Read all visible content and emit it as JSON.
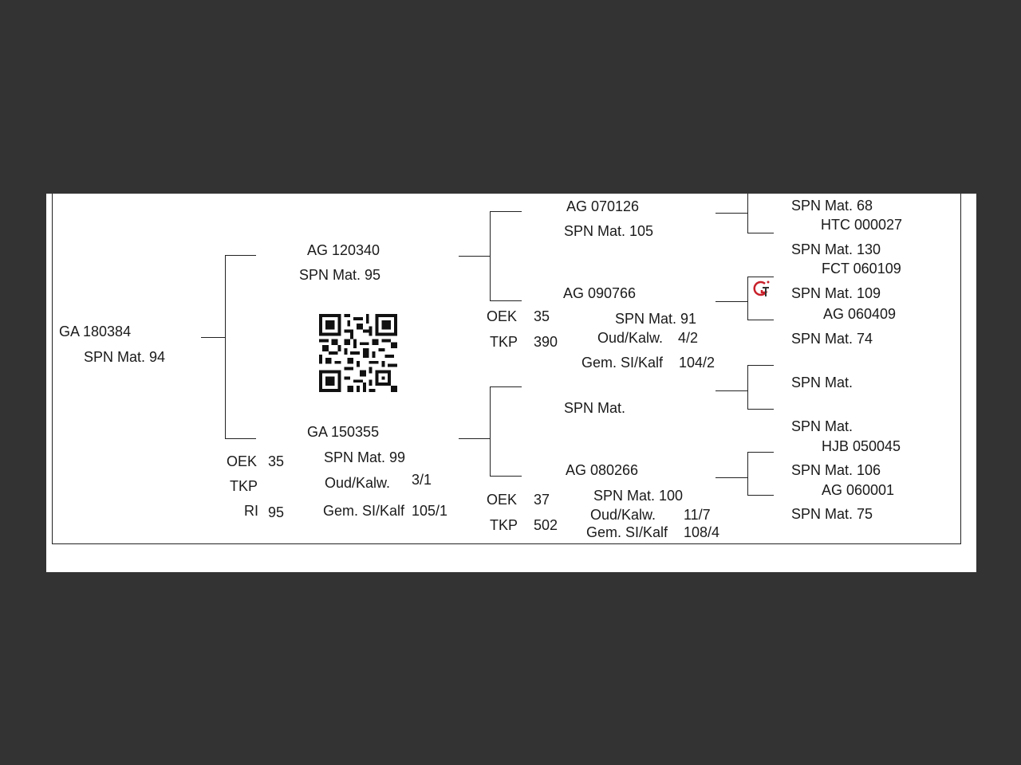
{
  "colors": {
    "background": "#333333",
    "page": "#ffffff",
    "text": "#1a1a1a",
    "logo_accent": "#c8202a"
  },
  "icons": {
    "qr": "qr-code-icon",
    "logo": "gt-logo-icon"
  },
  "animal": {
    "id": "GA  180384",
    "spn": "SPN Mat. 94"
  },
  "sire": {
    "id": "AG  120340",
    "spn": "SPN Mat. 95",
    "sire": {
      "id": "AG  070126",
      "spn": "SPN Mat. 105",
      "sire_spn": "SPN Mat. 68",
      "dam_id": "HTC 000027",
      "dam_spn": "SPN Mat. 130"
    },
    "dam": {
      "id": "AG  090766",
      "spn": "SPN Mat. 91",
      "oek_label": "OEK",
      "oek": "35",
      "tkp_label": "TKP",
      "tkp": "390",
      "oud_label": "Oud/Kalw.",
      "oud": "4/2",
      "gem_label": "Gem. SI/Kalf",
      "gem": "104/2",
      "sire_id": "FCT 060109",
      "sire_spn": "SPN Mat. 109",
      "dam_id": "AG  060409",
      "dam_spn": "SPN Mat. 74"
    }
  },
  "dam": {
    "id": "GA  150355",
    "spn": "SPN Mat. 99",
    "oek_label": "OEK",
    "oek": "35",
    "tkp_label": "TKP",
    "ri_label": "RI",
    "ri": "95",
    "oud_label": "Oud/Kalw.",
    "oud": "3/1",
    "gem_label": "Gem. SI/Kalf",
    "gem": "105/1",
    "sire": {
      "spn": "SPN Mat.",
      "sire_spn": "SPN Mat.",
      "dam_spn": "SPN Mat."
    },
    "dam": {
      "id": "AG  080266",
      "spn": "SPN Mat. 100",
      "oek_label": "OEK",
      "oek": "37",
      "tkp_label": "TKP",
      "tkp": "502",
      "oud_label": "Oud/Kalw.",
      "oud": "11/7",
      "gem_label": "Gem. SI/Kalf",
      "gem": "108/4",
      "sire_id": "HJB 050045",
      "sire_spn": "SPN Mat. 106",
      "dam_id": "AG  060001",
      "dam_spn": "SPN Mat. 75"
    }
  }
}
